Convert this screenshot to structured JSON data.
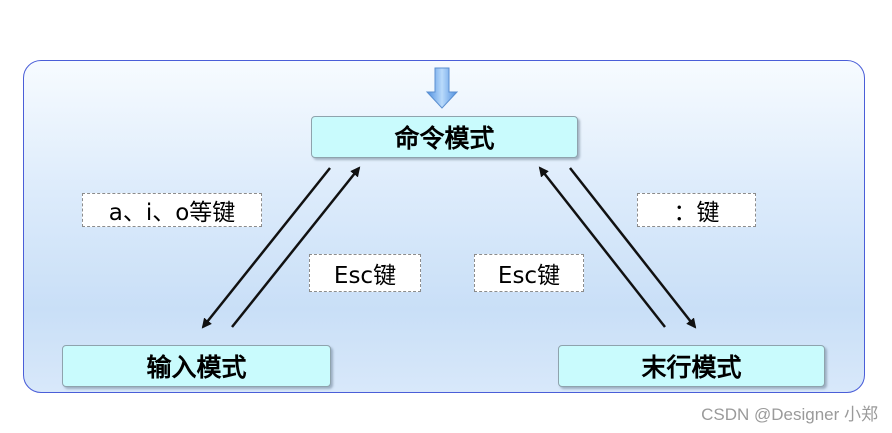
{
  "diagram": {
    "nodes": {
      "command_mode": "命令模式",
      "input_mode": "输入模式",
      "last_line_mode": "末行模式"
    },
    "edge_labels": {
      "to_input": "a、i、o等键",
      "input_to_command": "Esc键",
      "last_line_to_command": "Esc键",
      "to_last_line": "：键"
    }
  },
  "watermark": "CSDN @Designer 小郑",
  "colors": {
    "panel_border": "#4a5ed8",
    "node_fill": "#c9fbfd",
    "entry_arrow": "#6fa8e8"
  }
}
